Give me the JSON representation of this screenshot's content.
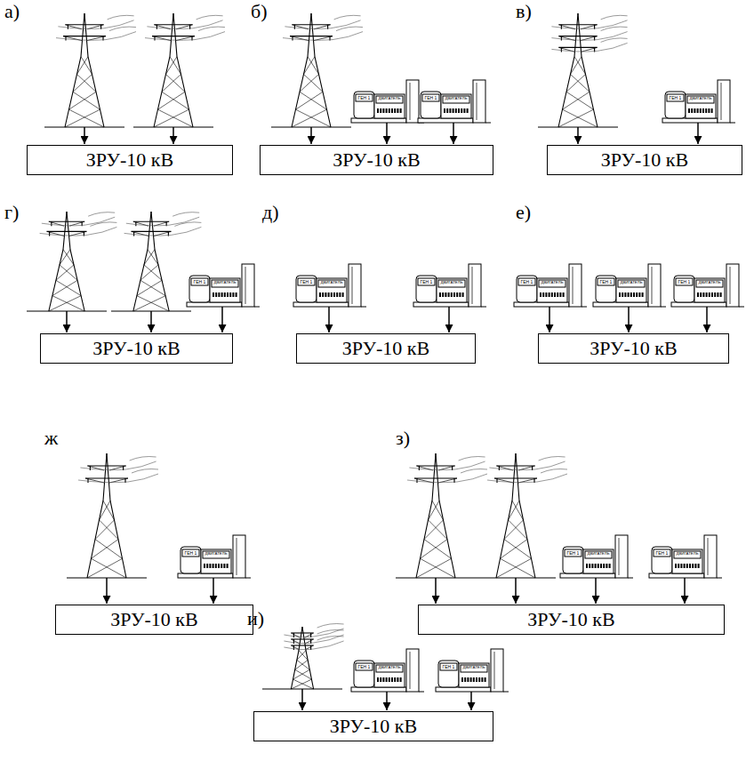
{
  "diagram": {
    "nodes": [
      {
        "text": [
          "ЗРУ-10 кВ"
        ]
      },
      {
        "text": [
          "ЗРУ-10 кВ"
        ]
      },
      {
        "text": [
          "ЗРУ-10 кВ"
        ]
      },
      {
        "text": [
          "ЗРУ-10 кВ"
        ]
      },
      {
        "text": [
          "ЗРУ-10 кВ"
        ]
      },
      {
        "text": [
          "ЗРУ-10 кВ"
        ]
      },
      {
        "text": [
          "ЗРУ-10 кВ"
        ]
      },
      {
        "text": [
          "ЗРУ-10 кВ"
        ]
      },
      {
        "text": [
          "ЗРУ-10 кВ"
        ]
      }
    ],
    "labels": [
      "а)",
      "б)",
      "ГЕН 1",
      "ДВИГАТЕЛЬ",
      "ГЕН 1",
      "ДВИГАТЕЛЬ",
      "в)",
      "ГЕН 1",
      "ДВИГАТЕЛЬ",
      "г)",
      "ГЕН 1",
      "ДВИГАТЕЛЬ",
      "д)",
      "ГЕН 1",
      "ДВИГАТЕЛЬ",
      "ГЕН 1",
      "ДВИГАТЕЛЬ",
      "е)",
      "ГЕН 1",
      "ДВИГАТЕЛЬ",
      "ГЕН 1",
      "ДВИГАТЕЛЬ",
      "ГЕН 1",
      "ДВИГАТЕЛЬ",
      "ж",
      "ГЕН 1",
      "ДВИГАТЕЛЬ",
      "з)",
      "ГЕН 1",
      "ДВИГАТЕЛЬ",
      "ГЕН 1",
      "ДВИГАТЕЛЬ",
      "и)",
      "ГЕН 1",
      "ДВИГАТЕЛЬ",
      "ГЕН 1",
      "ДВИГАТЕЛЬ"
    ]
  }
}
